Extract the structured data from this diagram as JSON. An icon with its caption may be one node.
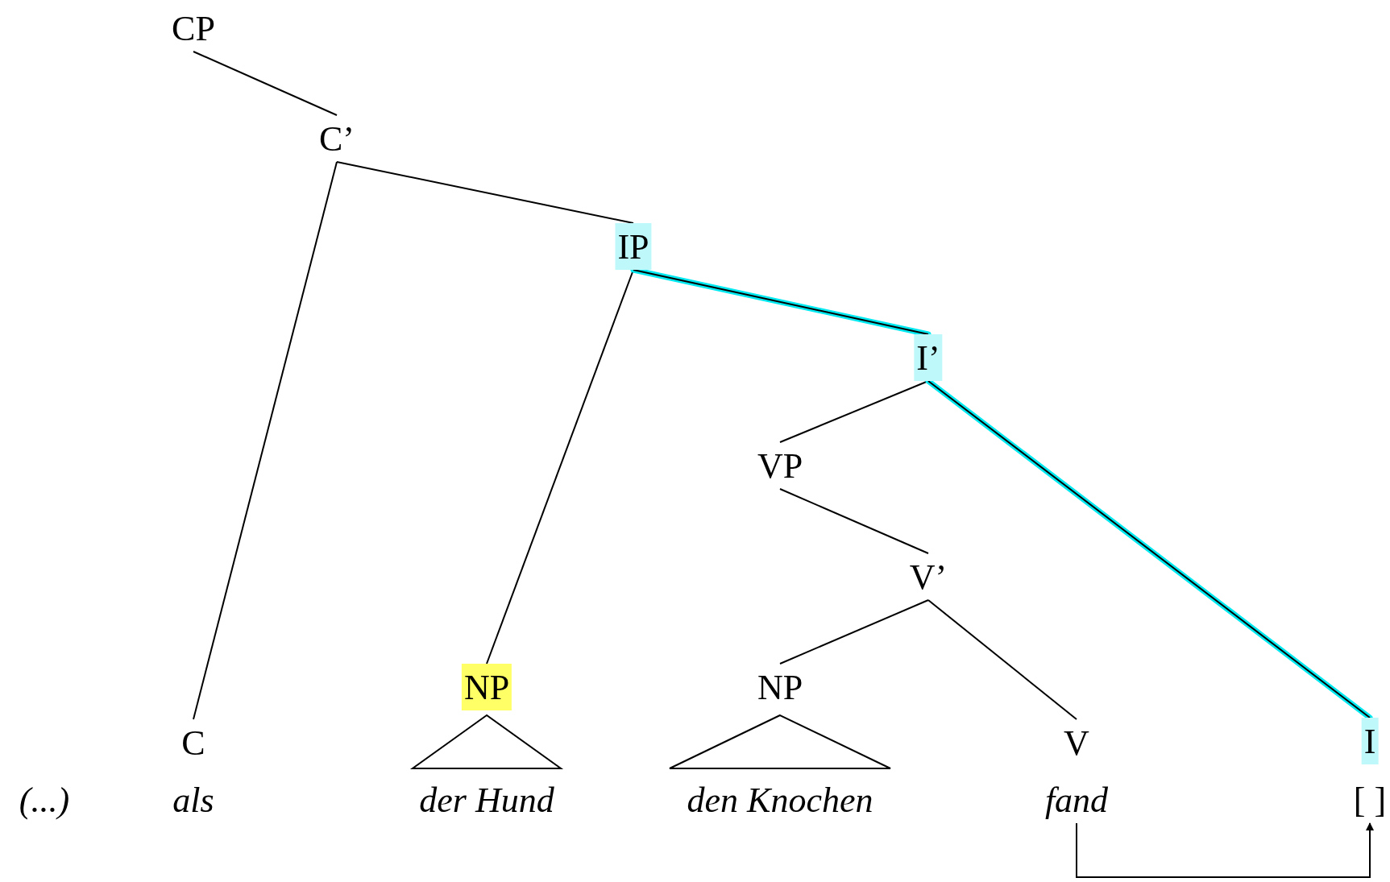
{
  "diagram": {
    "nodes": [
      {
        "text": [
          "CP"
        ]
      },
      {
        "text": [
          "C’"
        ]
      },
      {
        "text": [
          "IP"
        ]
      },
      {
        "text": [
          "I’"
        ]
      },
      {
        "text": [
          "VP"
        ]
      },
      {
        "text": [
          "V’"
        ]
      },
      {
        "text": [
          "C"
        ]
      },
      {
        "text": [
          "NP"
        ]
      },
      {
        "text": [
          "NP"
        ]
      },
      {
        "text": [
          "V"
        ]
      },
      {
        "text": [
          "I"
        ]
      },
      {
        "text": [
          "fand"
        ]
      },
      {
        "text": [
          "[ ]"
        ]
      },
      {
        "text": [],
        "shape": "triangle"
      },
      {
        "text": [],
        "shape": "triangle"
      }
    ],
    "edges": [
      {
        "from": 0,
        "to": 1,
        "arrow": "none"
      },
      {
        "from": 1,
        "to": 6,
        "arrow": "none"
      },
      {
        "from": 1,
        "to": 2,
        "arrow": "none"
      },
      {
        "from": 2,
        "to": 7,
        "arrow": "none"
      },
      {
        "from": 2,
        "to": 3,
        "arrow": "none",
        "style": "thick",
        "color": "#00e8f0"
      },
      {
        "from": 3,
        "to": 4,
        "arrow": "none"
      },
      {
        "from": 3,
        "to": 10,
        "arrow": "none",
        "style": "thick",
        "color": "#00e8f0"
      },
      {
        "from": 4,
        "to": 5,
        "arrow": "none"
      },
      {
        "from": 5,
        "to": 8,
        "arrow": "none"
      },
      {
        "from": 5,
        "to": 9,
        "arrow": "none"
      },
      {
        "from": 11,
        "to": 12,
        "arrow": "to"
      }
    ],
    "labels": [
      "(...)",
      "als",
      "der Hund",
      "den Knochen"
    ]
  }
}
